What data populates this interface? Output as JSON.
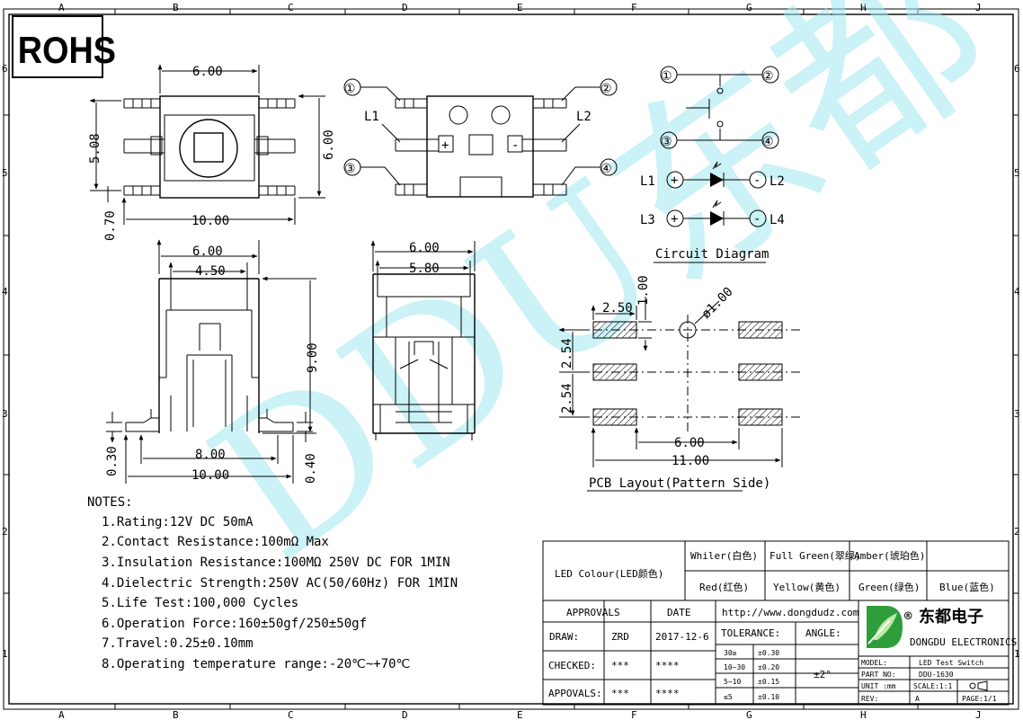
{
  "grid": {
    "cols": [
      "A",
      "B",
      "C",
      "D",
      "E",
      "F",
      "G",
      "H",
      "J"
    ],
    "rows": [
      "6",
      "5",
      "4",
      "3",
      "2",
      "1"
    ]
  },
  "rohs": "ROHS",
  "watermark": "DDU东都",
  "top_view": {
    "width": "6.00",
    "height": "5.08",
    "height2": "6.00",
    "lead_span": "10.00",
    "offset": "0.70"
  },
  "side_view": {
    "w1": "6.00",
    "w2": "4.50",
    "height": "9.00",
    "pitch": "8.00",
    "total": "10.00",
    "t1": "0.30",
    "t2": "0.40"
  },
  "end_view": {
    "w1": "6.00",
    "w2": "5.80"
  },
  "pinout_view": {
    "p1": "①",
    "p2": "②",
    "p3": "③",
    "p4": "④",
    "l1": "L1",
    "l2": "L2",
    "plus": "+",
    "minus": "-"
  },
  "circuit": {
    "p1": "①",
    "p2": "②",
    "p3": "③",
    "p4": "④",
    "l1": "L1",
    "l2": "L2",
    "l3": "L3",
    "l4": "L4",
    "plus": "+",
    "minus": "-",
    "title": "Circuit Diagram"
  },
  "pcb": {
    "d1": "2.50",
    "d2": "1.00",
    "hole": "ø1.00",
    "d3": "2.54",
    "d4": "2.54",
    "d5": "6.00",
    "d6": "11.00",
    "title": "PCB Layout(Pattern Side)"
  },
  "notes": {
    "title": "NOTES:",
    "items": [
      "1.Rating:12V DC 50mA",
      "2.Contact Resistance:100mΩ Max",
      "3.Insulation Resistance:100MΩ 250V DC FOR 1MIN",
      "4.Dielectric Strength:250V AC(50/60Hz) FOR 1MIN",
      "5.Life Test:100,000 Cycles",
      "6.Operation Force:160±50gf/250±50gf",
      "7.Travel:0.25±0.10mm",
      "8.Operating temperature range:-20℃~+70℃"
    ]
  },
  "led_table": {
    "label": "LED Colour(LED颜色)",
    "row1": [
      "Whiler(白色)",
      "Full Green(翠绿)",
      "Amber(琥珀色)",
      ""
    ],
    "row2": [
      "Red(红色)",
      "Yellow(黄色)",
      "Green(绿色)",
      "Blue(蓝色)"
    ]
  },
  "title_block": {
    "approvals": "APPROVALS",
    "date": "DATE",
    "website": "http://www.dongdudz.com",
    "draw": "DRAW:",
    "draw_by": "ZRD",
    "draw_date": "2017-12-6",
    "checked": "CHECKED:",
    "checked_by": "***",
    "checked_date": "****",
    "appvals": "APPOVALS:",
    "appvals_by": "***",
    "appvals_date": "****",
    "tolerance": "TOLERANCE:",
    "angle": "ANGLE:",
    "angle_val": "±2°",
    "tol_rows": [
      [
        "30≥",
        "±0.30"
      ],
      [
        "10~30",
        "±0.20"
      ],
      [
        "5~10",
        "±0.15"
      ],
      [
        "≤5",
        "±0.10"
      ]
    ],
    "company_reg": "®",
    "company_cn": "东都电子",
    "company_en": "DONGDU ELECTRONICS",
    "model_label": "MODEL:",
    "model": "LED Test Switch",
    "part_label": "PART NO:",
    "part": "DDU-1630",
    "unit_label": "UNIT :mm",
    "scale": "SCALE:1:1",
    "rev_label": "REV:",
    "rev": "A",
    "page": "PAGE:1/1"
  }
}
